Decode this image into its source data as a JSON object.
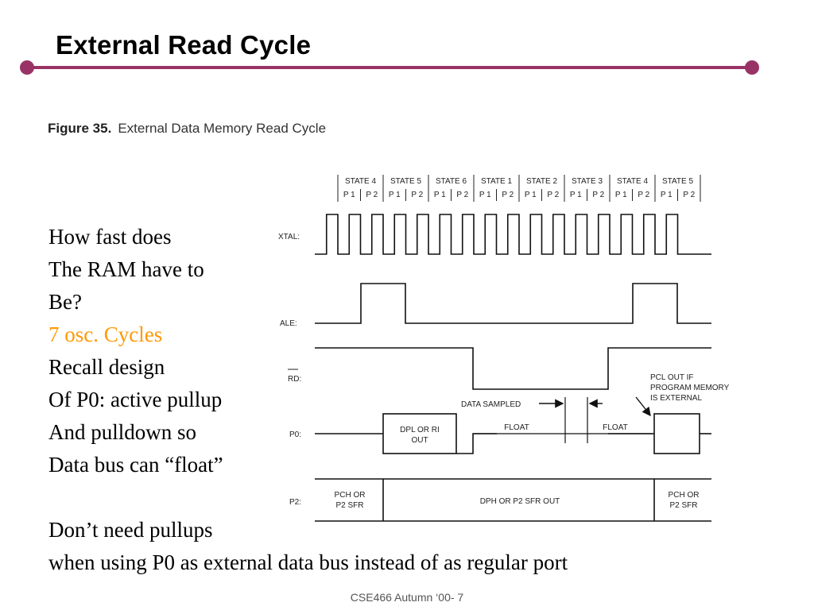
{
  "slide": {
    "title": "External Read Cycle",
    "accent_color": "#993366",
    "highlight_color": "#ff9900",
    "footer": "CSE466 Autumn ‘00- 7"
  },
  "figure": {
    "number_label": "Figure 35.",
    "title": "External Data Memory Read Cycle",
    "states": [
      {
        "name": "STATE 4",
        "p1": "P 1",
        "p2": "P 2"
      },
      {
        "name": "STATE 5",
        "p1": "P 1",
        "p2": "P 2"
      },
      {
        "name": "STATE 6",
        "p1": "P 1",
        "p2": "P 2"
      },
      {
        "name": "STATE 1",
        "p1": "P 1",
        "p2": "P 2"
      },
      {
        "name": "STATE 2",
        "p1": "P 1",
        "p2": "P 2"
      },
      {
        "name": "STATE 3",
        "p1": "P 1",
        "p2": "P 2"
      },
      {
        "name": "STATE 4",
        "p1": "P 1",
        "p2": "P 2"
      },
      {
        "name": "STATE 5",
        "p1": "P 1",
        "p2": "P 2"
      }
    ],
    "signals": {
      "xtal": "XTAL:",
      "ale": "ALE:",
      "rd": "RD:",
      "p0": "P0:",
      "p2": "P2:"
    },
    "annotations": {
      "dpl_line1": "DPL OR RI",
      "dpl_line2": "OUT",
      "data_sampled": "DATA SAMPLED",
      "float_1": "FLOAT",
      "float_2": "FLOAT",
      "pcl_line1": "PCL OUT IF",
      "pcl_line2": "PROGRAM MEMORY",
      "pcl_line3": "IS EXTERNAL",
      "pch_left_line1": "PCH OR",
      "pch_left_line2": "P2 SFR",
      "dph": "DPH OR P2 SFR OUT",
      "pch_right_line1": "PCH OR",
      "pch_right_line2": "P2 SFR"
    }
  },
  "body": {
    "lines": [
      "How fast does",
      "The RAM have to",
      "Be?",
      "7 osc. Cycles",
      "Recall design",
      "Of P0: active pullup",
      "And pulldown so",
      "Data bus can “float”",
      "",
      "Don’t need pullups",
      "when using P0 as external data bus instead of as regular port"
    ]
  }
}
